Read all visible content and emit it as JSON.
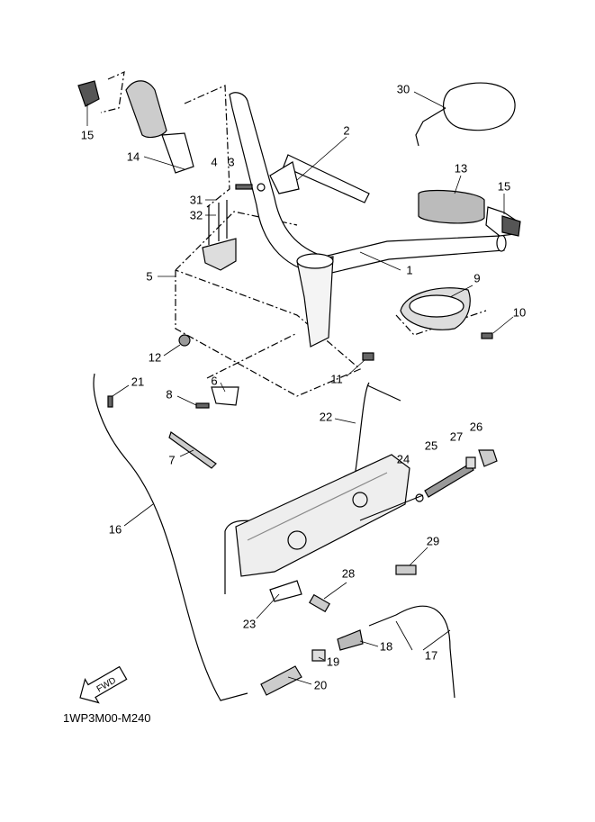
{
  "diagram_code": "1WP3M00-M240",
  "fwd_label": "FWD",
  "callouts": [
    "30",
    "15",
    "14",
    "2",
    "4",
    "3",
    "13",
    "15",
    "31",
    "32",
    "5",
    "1",
    "9",
    "10",
    "12",
    "6",
    "11",
    "21",
    "8",
    "22",
    "26",
    "27",
    "25",
    "24",
    "7",
    "16",
    "29",
    "28",
    "23",
    "18",
    "17",
    "19",
    "20"
  ],
  "colors": {
    "line": "#000000",
    "part_fill": "#e6e6e6",
    "part_dark": "#555555"
  }
}
